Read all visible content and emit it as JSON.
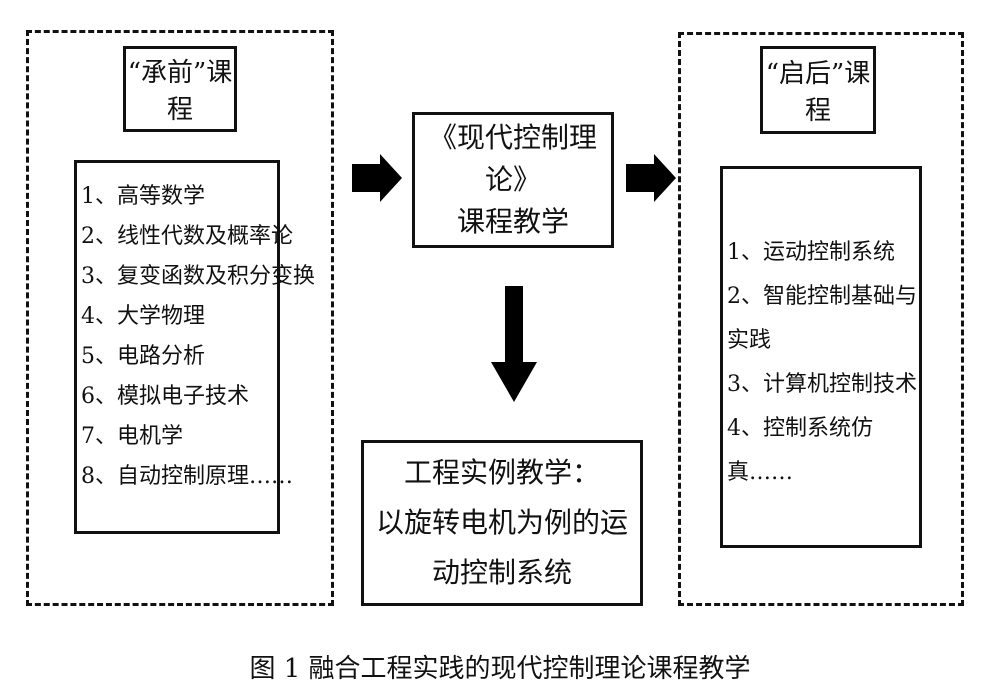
{
  "left_panel": {
    "title": "“承前”课程",
    "items": [
      "1、高等数学",
      "2、线性代数及概率论",
      "3、复变函数及积分变换",
      "4、大学物理",
      "5、电路分析",
      "6、模拟电子技术",
      "7、电机学",
      "8、自动控制原理……"
    ]
  },
  "center": {
    "core_line1": "《现代控制理论》",
    "core_line2": "课程教学",
    "example_line1": "工程实例教学：",
    "example_line2": "以旋转电机为例的运动控制系统"
  },
  "right_panel": {
    "title": "“启后”课程",
    "items": [
      "1、运动控制系统",
      "2、智能控制基础与实践",
      "3、计算机控制技术",
      "4、控制系统仿真……"
    ]
  },
  "caption": "图 1  融合工程实践的现代控制理论课程教学"
}
